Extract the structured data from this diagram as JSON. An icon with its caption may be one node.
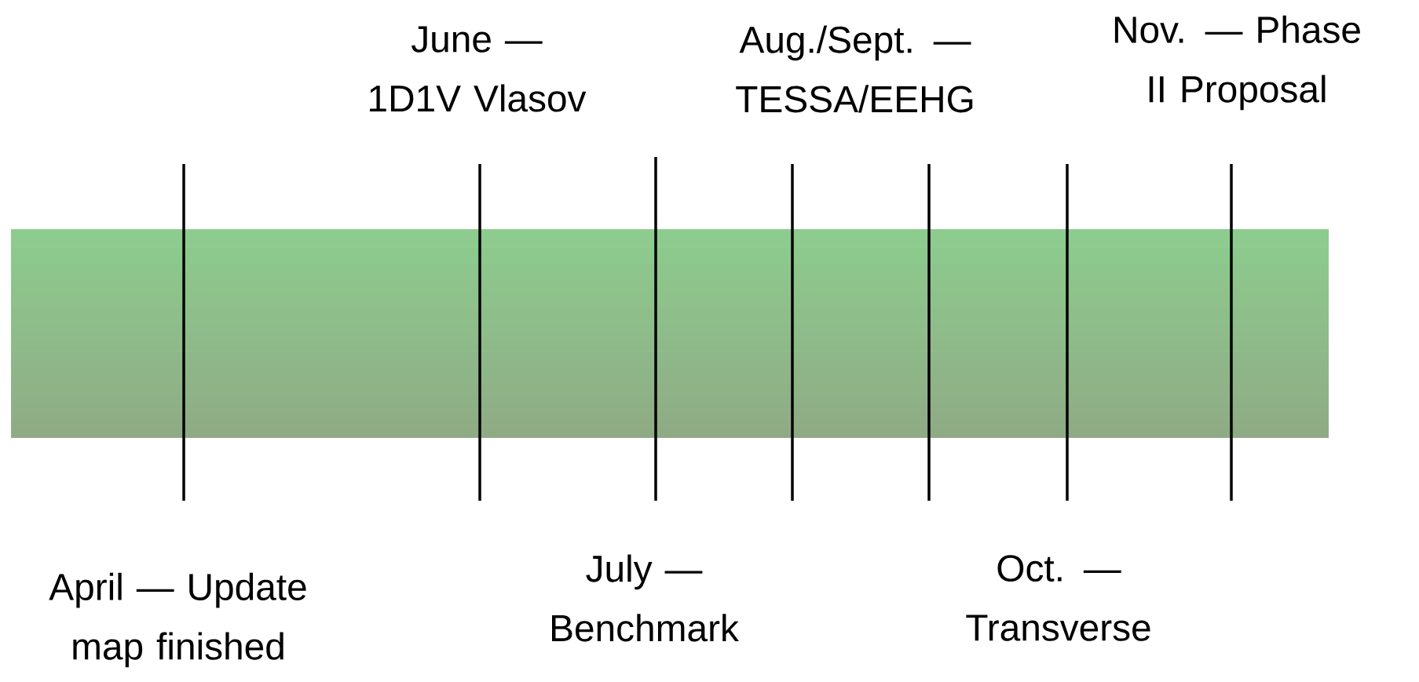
{
  "diagram": {
    "labels": [
      "June — 1D1V Vlasov",
      "Aug./Sept. — TESSA/EEHG",
      "Nov. — Phase II Proposal",
      "April — Update map finished",
      "July — Benchmark",
      "Oct. — Transverse"
    ]
  }
}
